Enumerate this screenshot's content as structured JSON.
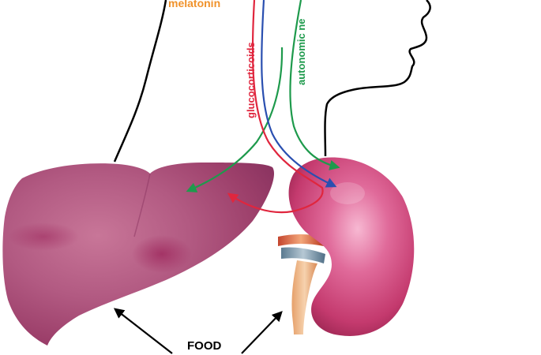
{
  "labels": {
    "melatonin": "melatonin",
    "glucocorticoids": "glucocorticoids",
    "autonomic": "autonomic ne",
    "food": "FOOD"
  },
  "colors": {
    "melatonin": "#f0922b",
    "glucocorticoids": "#e0263e",
    "autonomic": "#1e9a4c",
    "blue_pathway": "#2a4fb0",
    "outline": "#000000",
    "liver": "#b0507a",
    "kidney": "#c43a6e"
  },
  "icons": {
    "liver": "liver-organ",
    "kidney": "kidney-organ",
    "head": "head-silhouette"
  }
}
